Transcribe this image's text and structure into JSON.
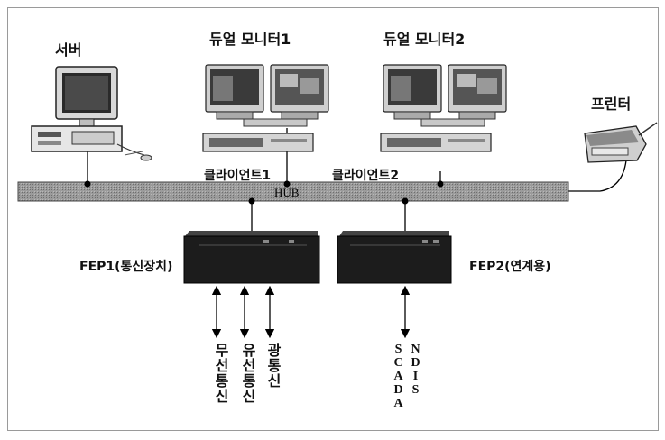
{
  "labels": {
    "server": "서버",
    "dual_monitor_1": "듀얼 모니터1",
    "dual_monitor_2": "듀얼 모니터2",
    "printer": "프린터",
    "client_1": "클라이언트1",
    "client_2": "클라이언트2",
    "hub": "HUB",
    "fep1": "FEP1(통신장치)",
    "fep2": "FEP2(연계용)"
  },
  "fep1_links": [
    "무선통신",
    "유선통신",
    "광통신"
  ],
  "fep2_links": [
    "NDIS",
    "SCADA"
  ],
  "colors": {
    "hub_fill": "#8f8f8f",
    "fep_fill": "#1c1c1c",
    "line": "#000000"
  }
}
